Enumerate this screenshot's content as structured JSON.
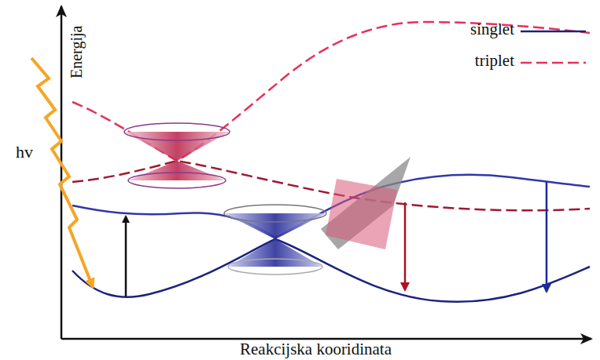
{
  "diagram": {
    "labels": [
      "Energija",
      "hv",
      "Reakcijska kooridinata"
    ],
    "legend": [
      {
        "text": "singlet"
      },
      {
        "text": "triplet"
      }
    ]
  }
}
